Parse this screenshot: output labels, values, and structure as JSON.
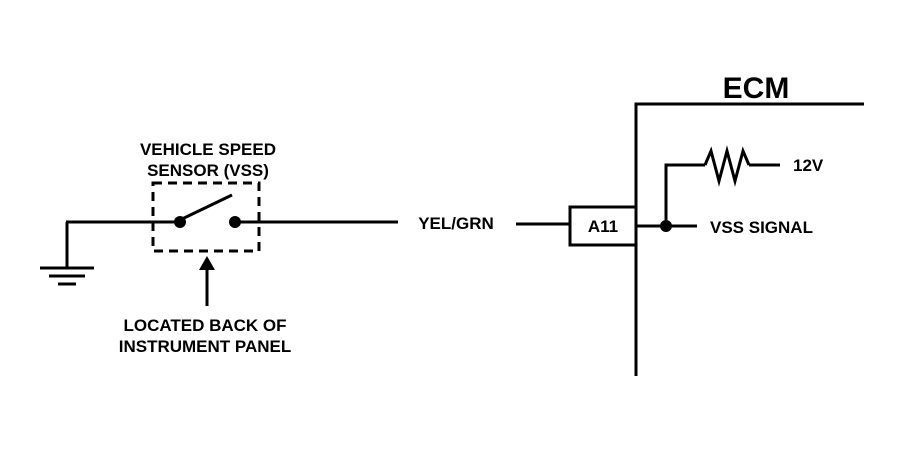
{
  "ecm": {
    "title": "ECM"
  },
  "sensor": {
    "label_line1": "VEHICLE SPEED",
    "label_line2": "SENSOR (VSS)"
  },
  "location": {
    "line1": "LOCATED BACK OF",
    "line2": "INSTRUMENT PANEL"
  },
  "wire": {
    "color_label": "YEL/GRN"
  },
  "connector": {
    "pin": "A11"
  },
  "pullup": {
    "voltage": "12V"
  },
  "signal": {
    "label": "VSS SIGNAL"
  },
  "colors": {
    "ink": "#000000",
    "background": "#ffffff"
  }
}
